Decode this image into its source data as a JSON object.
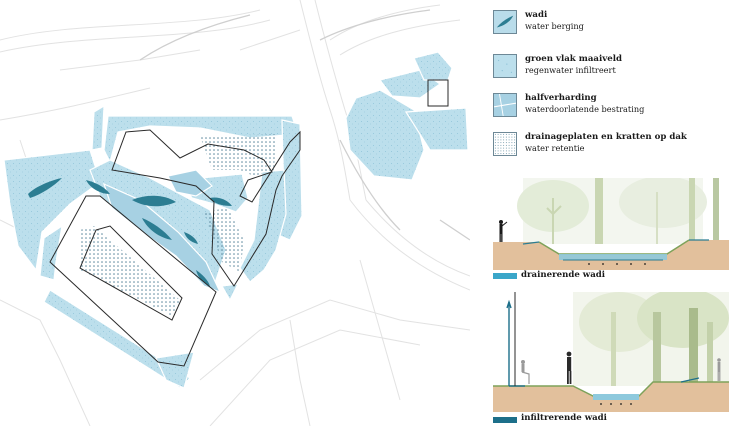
{
  "legend": {
    "items": [
      {
        "title": "wadi",
        "subtitle": "water berging",
        "icon": "wadi-swatch-icon"
      },
      {
        "title": "groen vlak maaiveld",
        "subtitle": "regenwater infiltreert",
        "icon": "green-surface-swatch-icon"
      },
      {
        "title": "halfverharding",
        "subtitle": "waterdoorlatende bestrating",
        "icon": "semi-paving-swatch-icon"
      },
      {
        "title": "drainageplaten en kratten op dak",
        "subtitle": "water retentie",
        "icon": "roof-drainage-swatch-icon"
      }
    ]
  },
  "sections": {
    "top_caption": "drainerende wadi",
    "bottom_caption": "infiltrerende wadi"
  },
  "colors": {
    "water_light": "#b9dcea",
    "water_dark": "#2c7d92",
    "bar_drainerend": "#3aa6c9",
    "bar_infiltrerend": "#1d6f8a",
    "soil": "#e2c09c",
    "building_outline": "#2a2a2a"
  }
}
